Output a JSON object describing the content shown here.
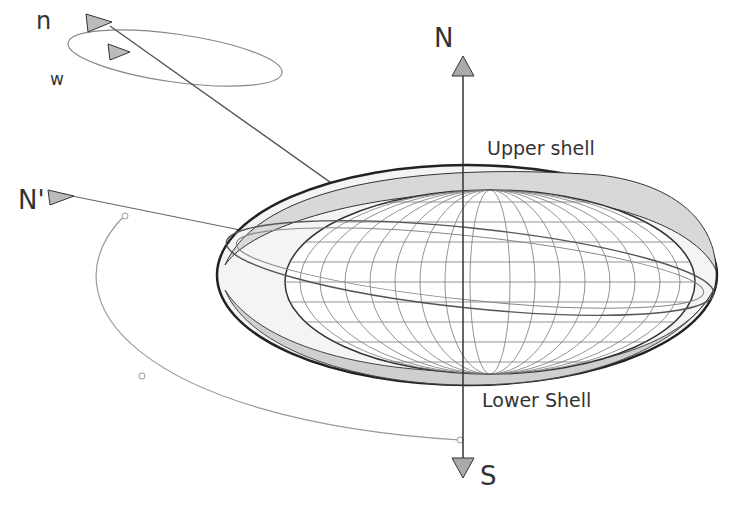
{
  "diagram": {
    "labels": [
      "n",
      "w",
      "N",
      "N'",
      "Upper shell",
      "Lower Shell",
      "S"
    ]
  }
}
